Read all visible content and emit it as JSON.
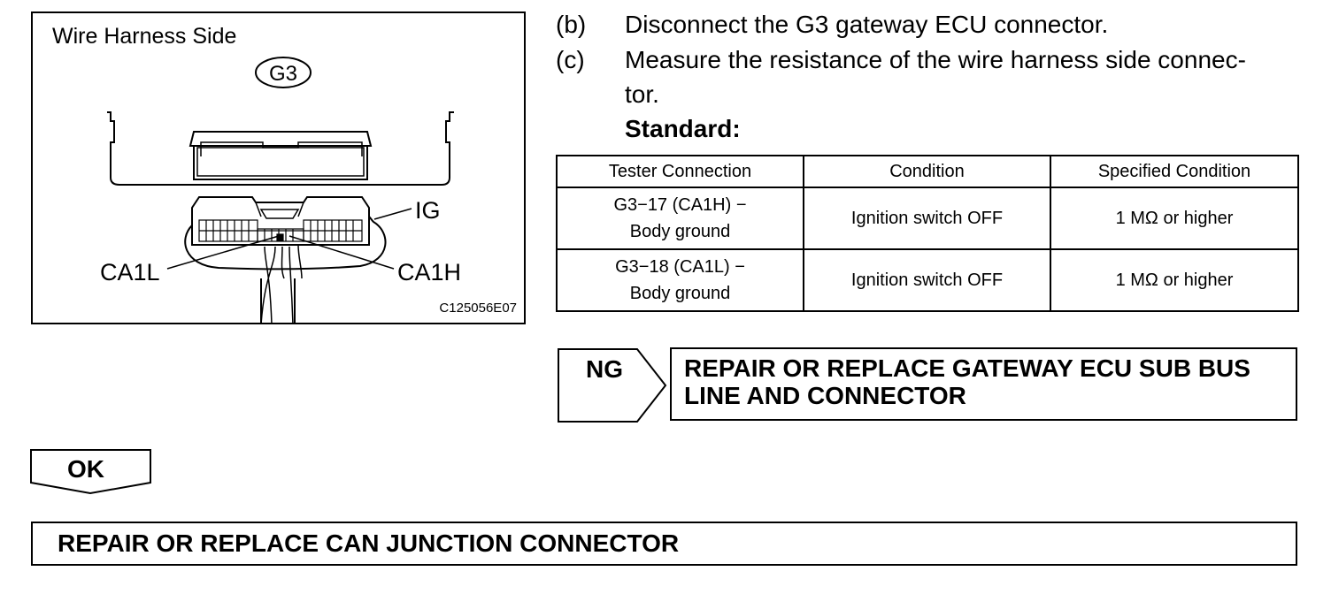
{
  "figure": {
    "title": "Wire Harness Side",
    "connector_id": "G3",
    "pin_labels": {
      "ig": "IG",
      "ca1l": "CA1L",
      "ca1h": "CA1H"
    },
    "code": "C125056E07"
  },
  "steps": [
    {
      "letter": "(b)",
      "text": "Disconnect the G3 gateway ECU connector."
    },
    {
      "letter": "(c)",
      "text_line1": "Measure the resistance of the wire harness side connec-",
      "text_line2": "tor."
    }
  ],
  "standard_label": "Standard:",
  "table": {
    "headers": [
      "Tester Connection",
      "Condition",
      "Specified Condition"
    ],
    "rows": [
      {
        "connection_line1": "G3−17 (CA1H) −",
        "connection_line2": "Body ground",
        "condition": "Ignition switch OFF",
        "specified": "1 MΩ or higher"
      },
      {
        "connection_line1": "G3−18 (CA1L) −",
        "connection_line2": "Body ground",
        "condition": "Ignition switch OFF",
        "specified": "1 MΩ or higher"
      }
    ]
  },
  "ng": {
    "tag": "NG",
    "action_line1": "REPAIR OR REPLACE GATEWAY ECU SUB BUS",
    "action_line2": "LINE AND CONNECTOR"
  },
  "ok": {
    "tag": "OK",
    "action": "REPAIR OR REPLACE CAN JUNCTION CONNECTOR"
  }
}
